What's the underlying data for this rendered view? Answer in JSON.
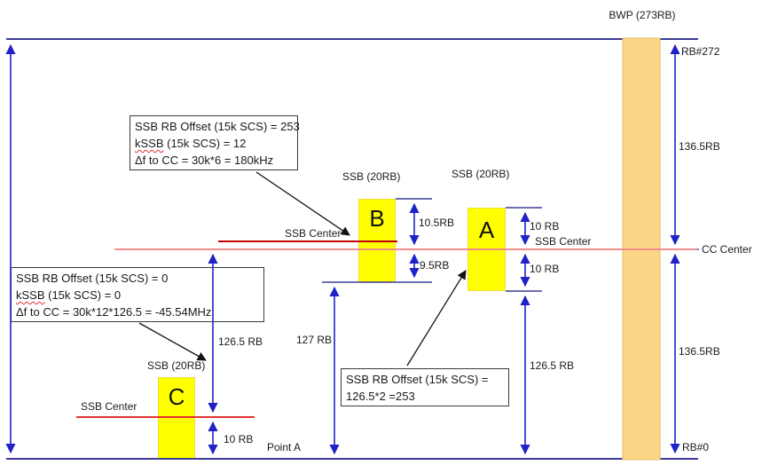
{
  "bwp": {
    "label": "BWP (273RB)",
    "rb_top": "RB#272",
    "rb_bottom": "RB#0",
    "span_top": "136.5RB",
    "span_bottom": "136.5RB",
    "cc_center": "CC Center"
  },
  "point_a": "Point A",
  "ssb_b": {
    "title": "SSB (20RB)",
    "letter": "B",
    "center": "SSB Center",
    "dim_above": "10.5RB",
    "dim_below": "9.5RB",
    "dim_to_bottom": "127 RB",
    "note": {
      "l1": "SSB RB Offset (15k SCS) = 253",
      "l2_word": "kSSB",
      "l2_rest": " (15k SCS) = 12",
      "l3": "Δf to CC = 30k*6 = 180kHz"
    }
  },
  "ssb_a": {
    "title": "SSB (20RB)",
    "letter": "A",
    "center": "SSB Center",
    "dim_above": "10 RB",
    "dim_below": "10 RB",
    "dim_to_bottom": "126.5 RB",
    "note": {
      "l1": "SSB RB Offset (15k SCS) =",
      "l2": "126.5*2 =253"
    }
  },
  "ssb_c": {
    "title": "SSB (20RB)",
    "letter": "C",
    "center": "SSB Center",
    "dim_above": "126.5 RB",
    "dim_below": "10 RB",
    "note": {
      "l1": "SSB RB Offset (15k SCS) = 0",
      "l2_word": "kSSB",
      "l2_rest": " (15k SCS) = 0",
      "l3": "Δf to CC = 30k*12*126.5 = -45.54MHz"
    }
  },
  "colors": {
    "bwp_fill": "#FBD687",
    "ssb_fill": "#FFFF00",
    "cc_line": "#F08E8E",
    "b_center_line": "#C00000",
    "c_center_line": "#E03232",
    "arrow_blue": "#2121C8",
    "boundary_blue": "#3D3D99"
  }
}
